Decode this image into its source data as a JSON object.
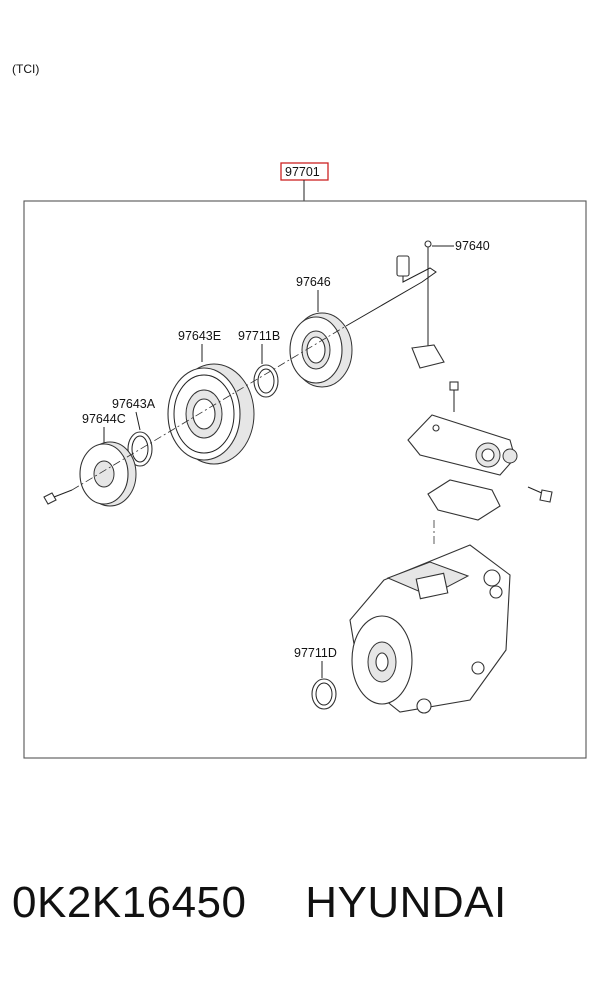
{
  "note": "(TCI)",
  "assembly_label": "97701",
  "parts": {
    "p97640": "97640",
    "p97646": "97646",
    "p97643E": "97643E",
    "p97711B": "97711B",
    "p97643A": "97643A",
    "p97644C": "97644C",
    "p97711D": "97711D"
  },
  "footer": {
    "part_number": "0K2K16450",
    "brand": "HYUNDAI"
  },
  "colors": {
    "highlight_box": "#cc2222",
    "frame": "#555555"
  }
}
